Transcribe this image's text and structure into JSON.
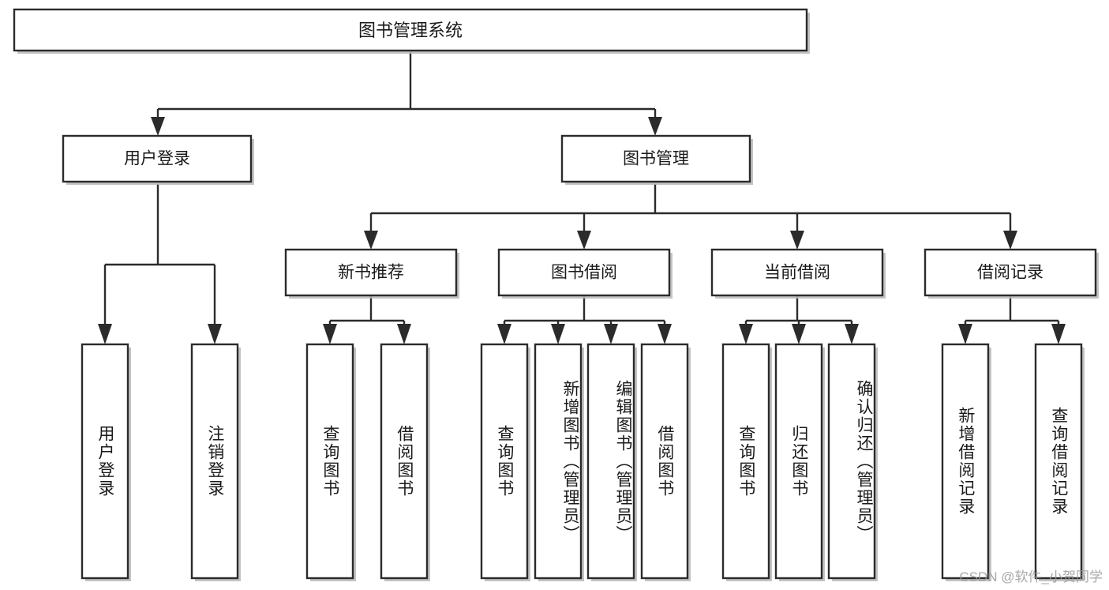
{
  "diagram": {
    "title": "图书管理系统",
    "type": "tree",
    "watermark": "CSDN @软件_小贺同学",
    "colors": {
      "stroke": "#2b2b2b",
      "fill": "#ffffff",
      "text": "#1a1a1a",
      "shadow": "#b9b9b9",
      "watermark": "#9a9a9a"
    },
    "root": {
      "label": "图书管理系统"
    },
    "level1": [
      {
        "label": "用户登录"
      },
      {
        "label": "图书管理"
      }
    ],
    "level2": [
      {
        "label": "新书推荐"
      },
      {
        "label": "图书借阅"
      },
      {
        "label": "当前借阅"
      },
      {
        "label": "借阅记录"
      }
    ],
    "leaves": {
      "user_login": [
        {
          "label": "用户登录"
        },
        {
          "label": "注销登录"
        }
      ],
      "new_book_recommend": [
        {
          "label": "查询图书"
        },
        {
          "label": "借阅图书"
        }
      ],
      "book_borrow": [
        {
          "label": "查询图书"
        },
        {
          "label": "新增图书（管理员）"
        },
        {
          "label": "编辑图书（管理员）"
        },
        {
          "label": "借阅图书"
        }
      ],
      "current_borrow": [
        {
          "label": "查询图书"
        },
        {
          "label": "归还图书"
        },
        {
          "label": "确认归还（管理员）"
        }
      ],
      "borrow_record": [
        {
          "label": "新增借阅记录"
        },
        {
          "label": "查询借阅记录"
        }
      ]
    }
  }
}
